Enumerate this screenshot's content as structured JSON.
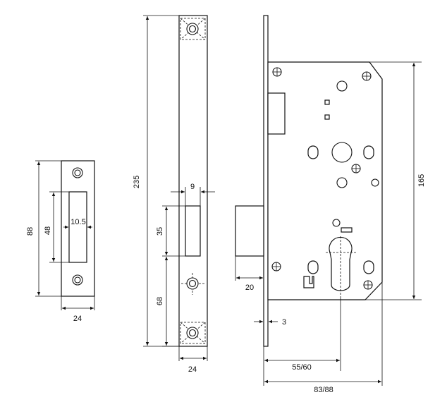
{
  "dimensions": {
    "strike_height": "88",
    "strike_opening": "48",
    "strike_opening_width": "10.5",
    "strike_width": "24",
    "faceplate_length": "235",
    "faceplate_slot_width": "9",
    "faceplate_slot_height": "35",
    "faceplate_slot_offset": "68",
    "faceplate_width": "24",
    "latch_projection": "20",
    "plate_thickness": "3",
    "body_height": "165",
    "backset": "55/60",
    "case_depth": "83/88"
  },
  "colors": {
    "line": "#111111",
    "paper": "#ffffff"
  }
}
